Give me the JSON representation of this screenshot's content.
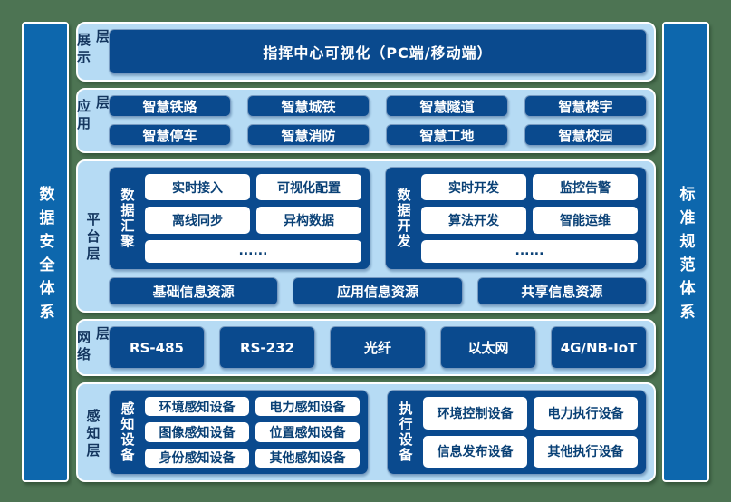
{
  "colors": {
    "background_green": "#4d7453",
    "sidebar_blue": "#0d67ad",
    "panel_light_blue": "#b6dbf4",
    "box_navy": "#0a4a8e",
    "label_navy_text": "#14365f",
    "white_box_text": "#0a4176"
  },
  "sidebars": {
    "left": "数据安全体系",
    "right": "标准规范体系"
  },
  "display_layer": {
    "label": "展示层",
    "title": "指挥中心可视化（PC端/移动端）"
  },
  "application_layer": {
    "label": "应用层",
    "items": [
      "智慧铁路",
      "智慧城铁",
      "智慧隧道",
      "智慧楼宇",
      "智慧停车",
      "智慧消防",
      "智慧工地",
      "智慧校园"
    ]
  },
  "platform_layer": {
    "label": "平台层",
    "groups": [
      {
        "title": "数据汇聚",
        "items": [
          "实时接入",
          "可视化配置",
          "离线同步",
          "异构数据"
        ],
        "more": "......"
      },
      {
        "title": "数据开发",
        "items": [
          "实时开发",
          "监控告警",
          "算法开发",
          "智能运维"
        ],
        "more": "......"
      }
    ],
    "resources": [
      "基础信息资源",
      "应用信息资源",
      "共享信息资源"
    ]
  },
  "network_layer": {
    "label": "网络层",
    "items": [
      "RS-485",
      "RS-232",
      "光纤",
      "以太网",
      "4G/NB-IoT"
    ]
  },
  "perception_layer": {
    "label": "感知层",
    "groups": [
      {
        "title": "感知设备",
        "items": [
          "环境感知设备",
          "电力感知设备",
          "图像感知设备",
          "位置感知设备",
          "身份感知设备",
          "其他感知设备"
        ]
      },
      {
        "title": "执行设备",
        "items": [
          "环境控制设备",
          "电力执行设备",
          "信息发布设备",
          "其他执行设备"
        ]
      }
    ]
  }
}
